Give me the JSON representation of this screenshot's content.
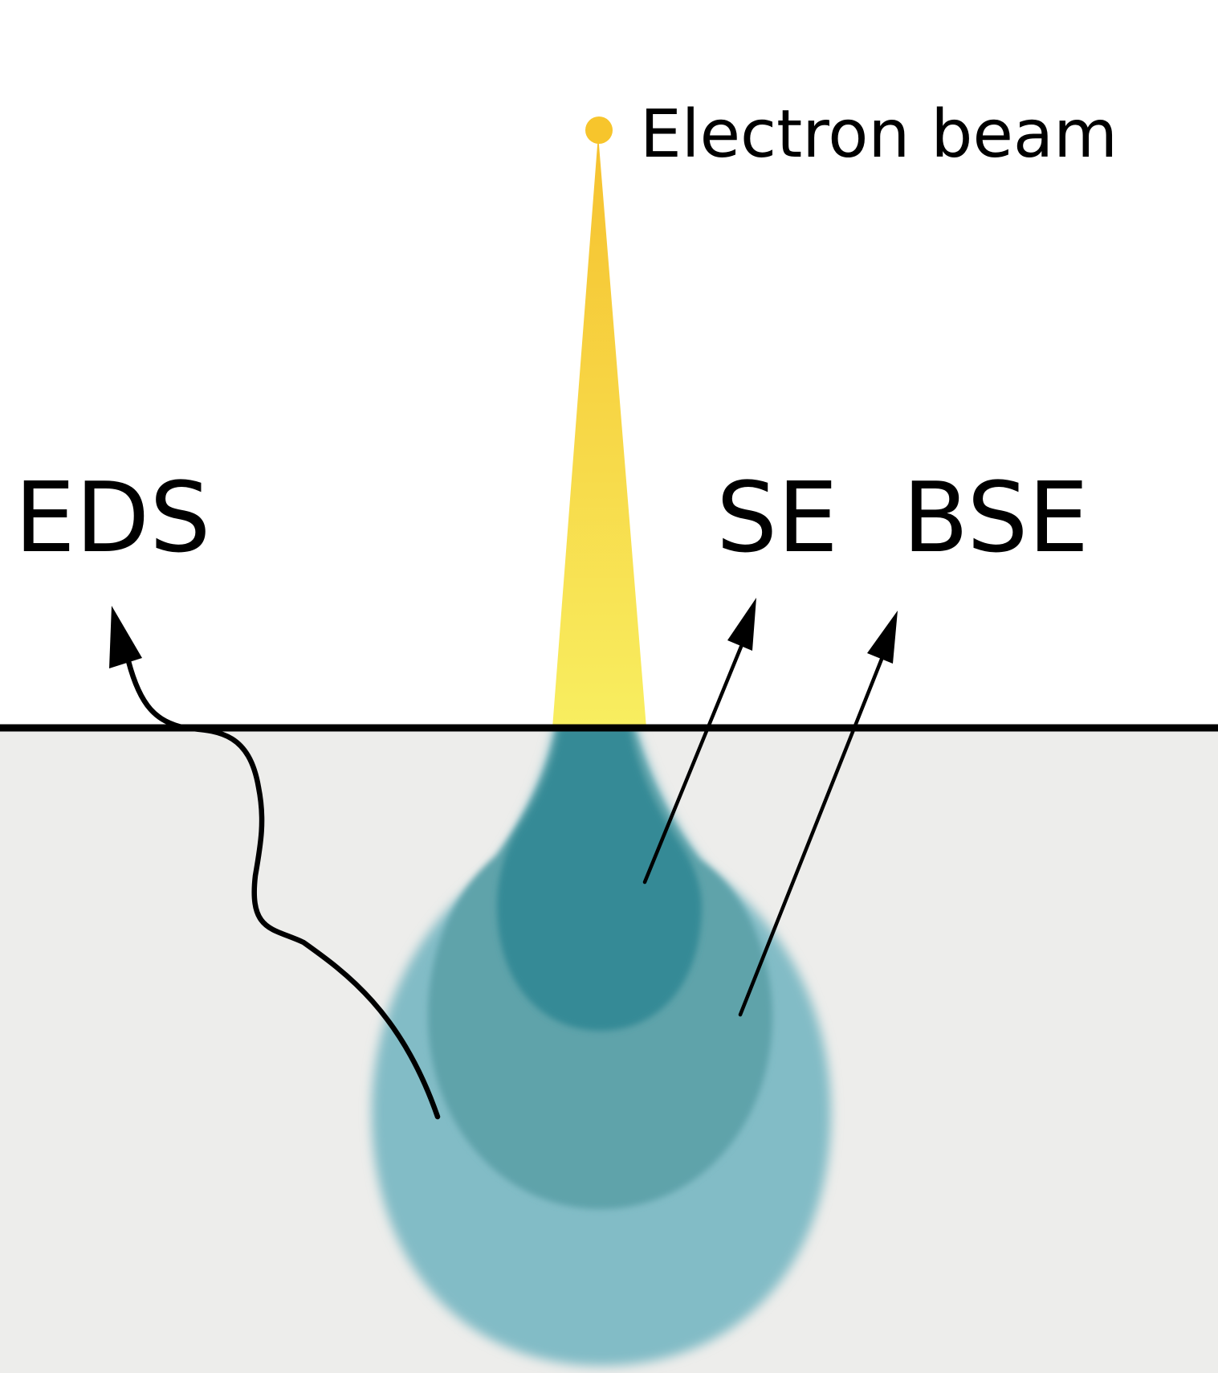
{
  "labels": {
    "electron_beam": "Electron beam",
    "eds": "EDS",
    "se": "SE",
    "bse": "BSE"
  },
  "colors": {
    "background": "#ffffff",
    "sample": "#ededeb",
    "surface_line": "#000000",
    "beam_top": "#f6c12e",
    "beam_bottom": "#f8ee60",
    "source_dot": "#f7c52c",
    "interaction_outer": "#82bcc6",
    "interaction_middle": "#5ea3aa",
    "interaction_inner": "#358a96",
    "arrows": "#000000"
  },
  "icons": {
    "source": "electron-source-dot",
    "eds_path": "eds-xray-wavy-arrow",
    "se_path": "se-arrow",
    "bse_path": "bse-arrow"
  }
}
